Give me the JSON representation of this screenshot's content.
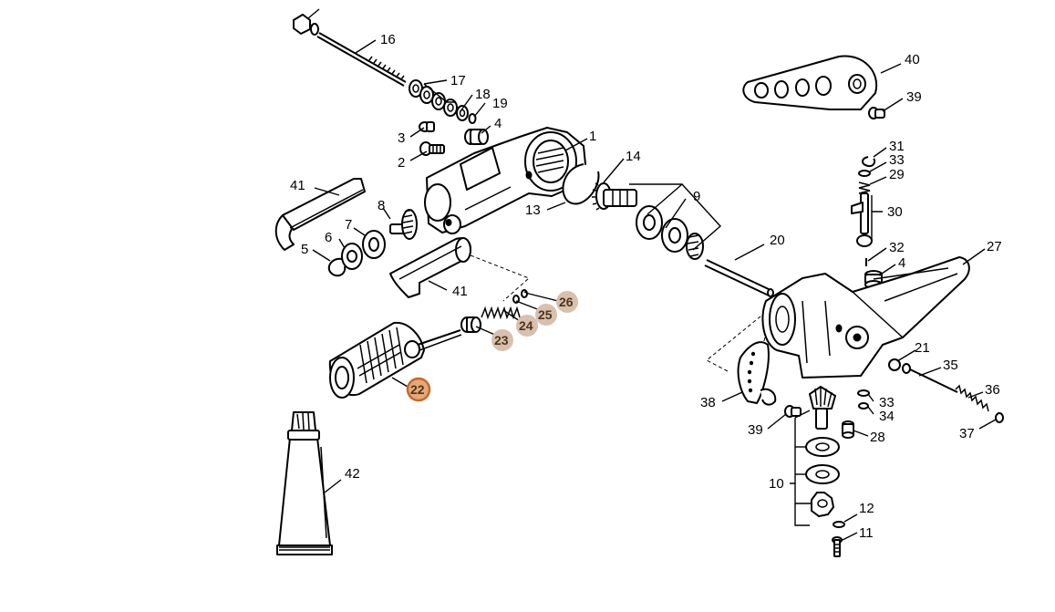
{
  "colors": {
    "line": "#000000",
    "background": "#ffffff",
    "highlight_fill": "#e6a978",
    "highlight_ring": "#c9672a",
    "callout_fill": "#d8c0ad"
  },
  "labels": {
    "p1": "1",
    "p2": "2",
    "p3": "3",
    "p4a": "4",
    "p4b": "4",
    "p5": "5",
    "p6": "6",
    "p7": "7",
    "p8": "8",
    "p9": "9",
    "p10": "10",
    "p11": "11",
    "p12": "12",
    "p13": "13",
    "p14": "14",
    "p16": "16",
    "p17": "17",
    "p18": "18",
    "p19": "19",
    "p20": "20",
    "p21": "21",
    "p22": "22",
    "p23": "23",
    "p24": "24",
    "p25": "25",
    "p26": "26",
    "p27": "27",
    "p28": "28",
    "p29": "29",
    "p30": "30",
    "p31": "31",
    "p32": "32",
    "p33a": "33",
    "p33b": "33",
    "p34": "34",
    "p35": "35",
    "p36": "36",
    "p37": "37",
    "p38": "38",
    "p39a": "39",
    "p39b": "39",
    "p40": "40",
    "p41a": "41",
    "p41b": "41",
    "p42": "42"
  }
}
